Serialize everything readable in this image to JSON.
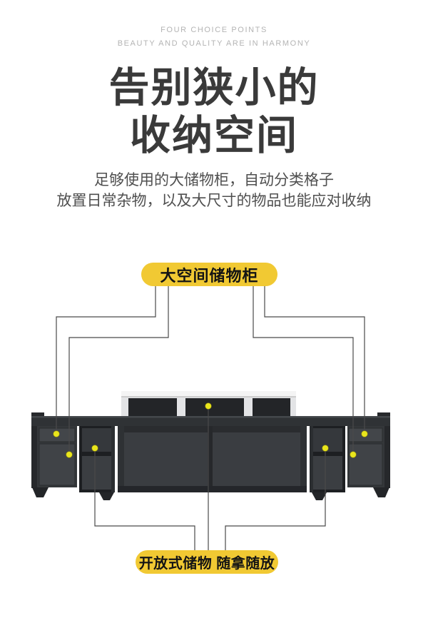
{
  "tagline": {
    "line1": "FOUR CHOICE POINTS",
    "line2": "BEAUTY AND QUALITY ARE IN HARMONY"
  },
  "title": {
    "line1": "告别狭小的",
    "line2": "收纳空间"
  },
  "subtitle": {
    "line1": "足够使用的大储物柜，自动分类格子",
    "line2": "放置日常杂物，以及大尺寸的物品也能应对收纳"
  },
  "callouts": {
    "top_badge_label": "大空间储物柜",
    "bottom_badge_label": "开放式储物 随拿随放",
    "top_badge_points_to": "cabinet drawers and doors (4 yellow dots)",
    "bottom_badge_points_to": "open shelf compartments (3 yellow dots)"
  },
  "colors": {
    "background": "#FFFFFF",
    "badge_bg": "#F1C933",
    "badge_text": "#141414",
    "dot_yellow": "#EAE61C",
    "callout_line": "#4A4A4A",
    "title_text": "#3A3A3A",
    "tagline_text": "#B4B4B4",
    "subtitle_text": "#4F4F4F",
    "cabinet_dark": "#34373A",
    "cabinet_top_white": "#F4F4F4"
  }
}
